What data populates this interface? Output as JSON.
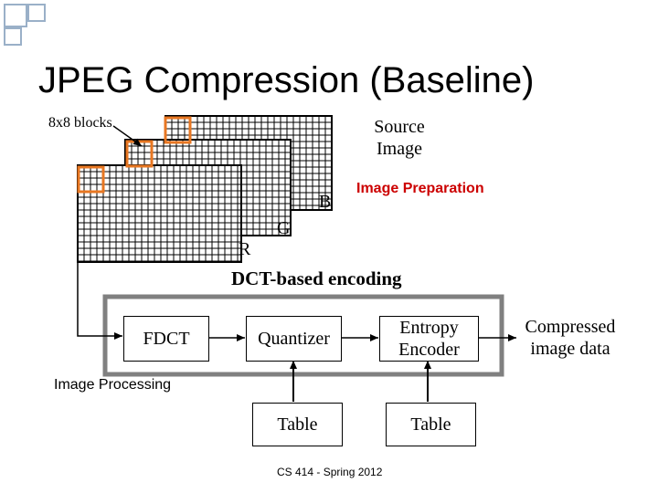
{
  "slide": {
    "title": "JPEG Compression (Baseline)",
    "footer": "CS 414 - Spring 2012"
  },
  "diagram": {
    "blocks_label": "8x8 blocks",
    "source_label": "Source\nImage",
    "plane_labels": [
      "B",
      "G",
      "R"
    ],
    "image_preparation_label": "Image Preparation",
    "dct_encoding_label": "DCT-based encoding",
    "image_processing_label": "Image Processing",
    "nodes": {
      "fdct": "FDCT",
      "quantizer": "Quantizer",
      "entropy_encoder": "Entropy\nEncoder",
      "quant_table": "Table",
      "entropy_table": "Table"
    },
    "output_label": "Compressed\nimage data",
    "colors": {
      "block_highlight": "#e87722",
      "frame_gray": "#808080",
      "preparation_red": "#cc0000",
      "deco_border": "#9ab0c8"
    }
  }
}
